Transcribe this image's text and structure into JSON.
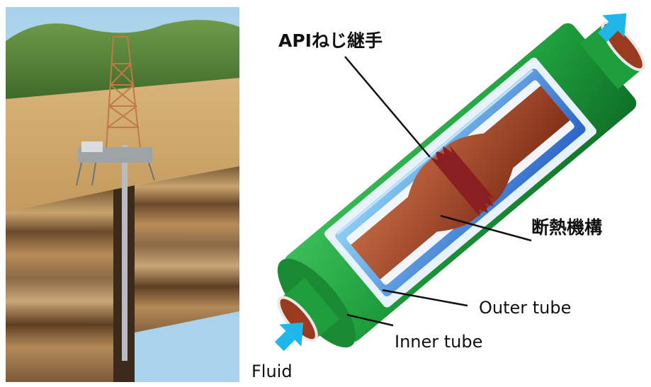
{
  "labels": {
    "api_joint": "APIねじ継手",
    "insulation": "断熱機構",
    "outer_tube": "Outer tube",
    "inner_tube": "Inner tube",
    "fluid": "Fluid"
  },
  "colors": {
    "outer_tube": "#1e9e3c",
    "inner_tube": "#9a3a1e",
    "insulation_layer": "#2c6fd6",
    "arrow": "#1fb6ea",
    "sky": "#a7d3ea",
    "soil": "#cda56c"
  },
  "icons": {
    "flow_in_arrow": "arrow-up-right-icon",
    "flow_out_arrow": "arrow-up-right-icon"
  }
}
